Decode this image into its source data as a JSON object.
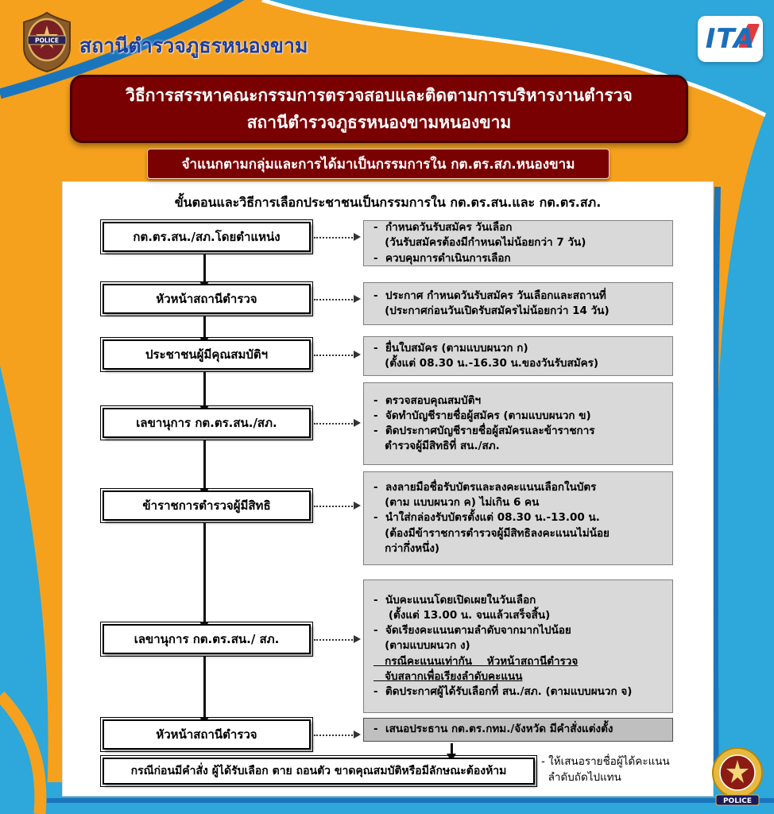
{
  "header": {
    "station_name": "สถานีตำรวจภูธรหนองขาม",
    "ita": "ITA"
  },
  "badges": {
    "police_label": "POLICE"
  },
  "banners": {
    "title_line1": "วิธีการสรรหาคณะกรรมการตรวจสอบและติดตามการบริหารงานตำรวจ",
    "title_line2": "สถานีตำรวจภูธรหนองขามหนองขาม",
    "subtitle": "จำแนกตามกลุ่มและการได้มาเป็นกรรมการใน กต.ตร.สภ.หนองขาม"
  },
  "colors": {
    "orange": "#F5A11E",
    "light_blue": "#2EA7DB",
    "dark_blue": "#1B75BC",
    "maroon": "#7A0102",
    "detail_box_gray": "#D9D9D9",
    "detail_box_dark_gray": "#BFBFBF"
  },
  "flowchart": {
    "title": "ขั้นตอนและวิธีการเลือกประชาชนเป็นกรรมการใน กต.ตร.สน.และ กต.ตร.สภ.",
    "steps": [
      {
        "actor": "กต.ตร.สน./สภ.โดยตำแหน่ง",
        "details": [
          "-  กำหนดวันรับสมัคร วันเลือก",
          "   (วันรับสมัครต้องมีกำหนดไม่น้อยกว่า 7 วัน)",
          "-  ควบคุมการดำเนินการเลือก"
        ]
      },
      {
        "actor": "หัวหน้าสถานีตำรวจ",
        "details": [
          "-  ประกาศ กำหนดวันรับสมัคร วันเลือกและสถานที่",
          "   (ประกาศก่อนวันเปิดรับสมัครไม่น้อยกว่า 14 วัน)"
        ]
      },
      {
        "actor": "ประชาชนผู้มีคุณสมบัติฯ",
        "details": [
          "-  ยื่นใบสมัคร (ตามแบบผนวก ก)",
          "   (ตั้งแต่ 08.30 น.-16.30 น.ของวันรับสมัคร)"
        ]
      },
      {
        "actor": "เลขานุการ กต.ตร.สน./สภ.",
        "details": [
          "-  ตรวจสอบคุณสมบัติฯ",
          "-  จัดทำบัญชีรายชื่อผู้สมัคร (ตามแบบผนวก ข)",
          "-  ติดประกาศบัญชีรายชื่อผู้สมัครและข้าราชการ",
          "   ตำรวจผู้มีสิทธิที่ สน./สภ."
        ]
      },
      {
        "actor": "ข้าราชการตำรวจผู้มีสิทธิ",
        "details": [
          "-  ลงลายมือชื่อรับบัตรและลงคะแนนเลือกในบัตร",
          "   (ตาม แบบผนวก ค) ไม่เกิน 6 คน",
          "-  นำใส่กล่องรับบัตรตั้งแต่ 08.30 น.-13.00 น.",
          "   (ต้องมีข้าราชการตำรวจผู้มีสิทธิลงคะแนนไม่น้อย",
          "   กว่ากึ่งหนึ่ง)"
        ]
      },
      {
        "actor": "เลขานุการ กต.ตร.สน./ สภ.",
        "details": [
          "-  นับคะแนนโดยเปิดเผยในวันเลือก",
          "    (ตั้งแต่ 13.00 น. จนแล้วเสร็จสิ้น)",
          "-  จัดเรียงคะแนนตามลำดับจากมากไปน้อย",
          "   (ตามแบบผนวก ง)",
          "   กรณีคะแนนเท่ากัน    หัวหน้าสถานีตำรวจ",
          "   จับสลากเพื่อเรียงลำดับคะแนน",
          "-  ติดประกาศผู้ได้รับเลือกที่ สน./สภ. (ตามแบบผนวก จ)"
        ]
      },
      {
        "actor": "หัวหน้าสถานีตำรวจ",
        "details": [
          "-  เสนอประธาน กต.ตร.กทม./จังหวัด มีคำสั่งแต่งตั้ง"
        ]
      }
    ],
    "final_case_box": "กรณีก่อนมีคำสั่ง ผู้ได้รับเลือก ตาย ถอนตัว ขาดคุณสมบัติหรือมีลักษณะต้องห้าม",
    "final_note": [
      "- ให้เสนอรายชื่อผู้ได้คะแนน",
      "  ลำดับถัดไปแทน"
    ]
  }
}
